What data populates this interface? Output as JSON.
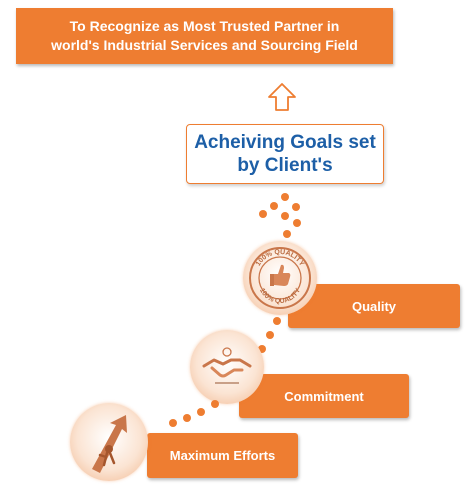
{
  "vision": {
    "line1": "To Recognize as Most Trusted Partner in",
    "line2": "world's Industrial Services and Sourcing Field"
  },
  "goal": {
    "line1": "Acheiving Goals set",
    "line2": "by Client's"
  },
  "steps": {
    "quality": "Quality",
    "commitment": "Commitment",
    "effort": "Maximum Efforts"
  },
  "icons": {
    "arrow": "up-arrow-icon",
    "quality": "quality-stamp-icon",
    "commitment": "handshake-icon",
    "effort": "climbing-arrow-icon"
  },
  "stamp_text": {
    "top": "100% QUALITY",
    "bottom": "100% QUALITY"
  },
  "colors": {
    "accent": "#ee7d31",
    "goal_text": "#1d5fa7"
  }
}
